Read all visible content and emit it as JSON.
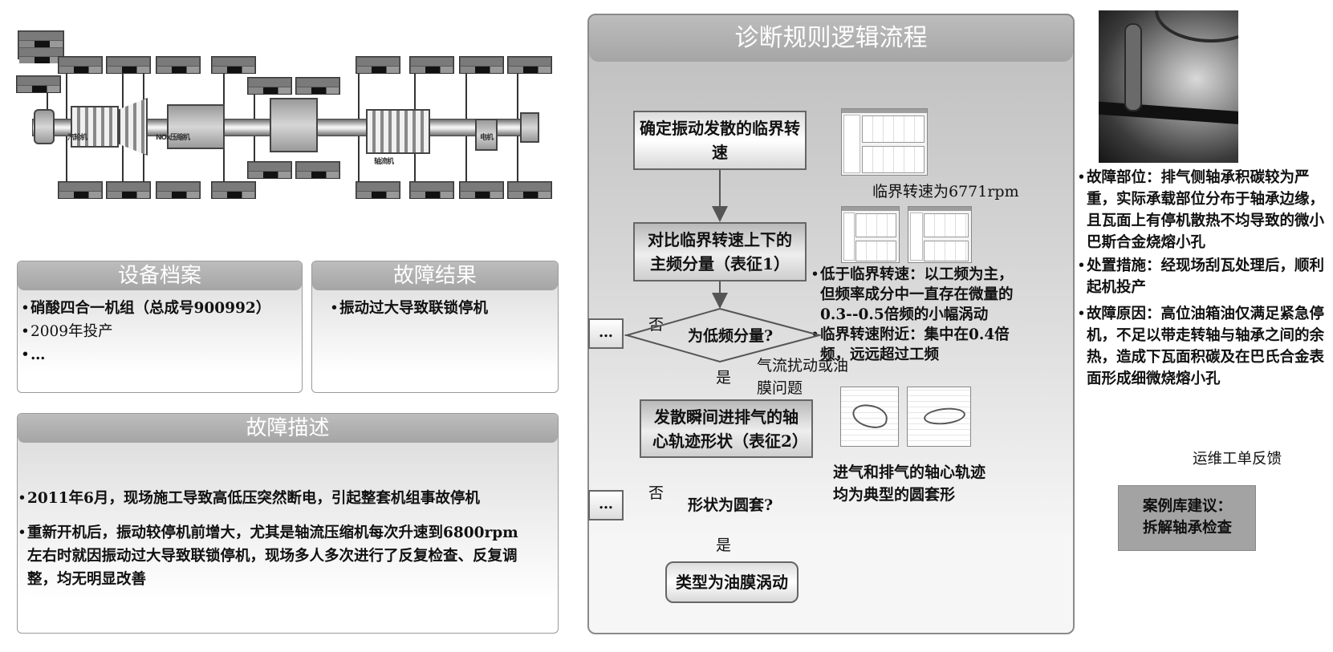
{
  "machine_diagram": {
    "section_labels": [
      "汽轮机",
      "NOx压缩机",
      "轴流机",
      "电机"
    ]
  },
  "equipment_record": {
    "title": "设备档案",
    "items": [
      "硝酸四合一机组（总成号900992）",
      "2009年投产",
      "…"
    ]
  },
  "fault_result": {
    "title": "故障结果",
    "items": [
      "振动过大导致联锁停机"
    ]
  },
  "fault_description": {
    "title": "故障描述",
    "items": [
      "2011年6月，现场施工导致高低压突然断电，引起整套机组事故停机",
      "重新开机后，振动较停机前增大，尤其是轴流压缩机每次升速到6800rpm左右时就因振动过大导致联锁停机，现场多人多次进行了反复检查、反复调整，均无明显改善"
    ]
  },
  "flow": {
    "title": "诊断规则逻辑流程",
    "step1": "确定振动发散的临界转速",
    "step2": "对比临界转速上下的主频分量（表征1）",
    "decision1": "为低频分量?",
    "decision1_no": "否",
    "decision1_yes": "是",
    "decision1_note": "气流扰动或油膜问题",
    "step3": "发散瞬间进排气的轴心轨迹形状（表征2）",
    "decision2": "形状为圆套?",
    "decision2_no": "否",
    "decision2_yes": "是",
    "result": "类型为油膜涡动",
    "ellipsis": "…",
    "critical_speed_caption": "临界转速为6771rpm",
    "evidence1": [
      "低于临界转速：以工频为主，但频率成分中一直存在微量的0.3--0.5倍频的小幅涡动",
      "临界转速附近：集中在0.4倍频，远远超过工频"
    ],
    "orbit_caption": "进气和排气的轴心轨迹均为典型的圆套形"
  },
  "findings": {
    "items": [
      "故障部位：排气侧轴承积碳较为严重，实际承载部位分布于轴承边缘，且瓦面上有停机散热不均导致的微小巴斯合金烧熔小孔",
      "处置措施：经现场刮瓦处理后，顺利起机投产",
      "故障原因：高位油箱油仅满足紧急停机，不足以带走转轴与轴承之间的余热，造成下瓦面积碳及在巴氏合金表面形成细微烧熔小孔"
    ],
    "feedback_label": "运维工单反馈"
  },
  "suggestion": {
    "line1": "案例库建议：",
    "line2": "拆解轴承检查"
  }
}
